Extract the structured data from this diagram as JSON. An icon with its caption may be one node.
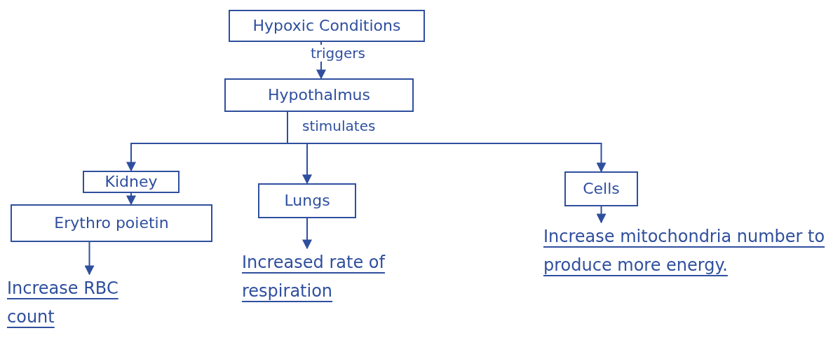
{
  "diagram": {
    "nodes": [
      {
        "text": [
          "Hypoxic Conditions"
        ]
      },
      {
        "text": [
          "Hypothalmus"
        ]
      },
      {
        "text": [
          "Kidney"
        ]
      },
      {
        "text": [
          "Erythro poietin"
        ]
      },
      {
        "text": [
          "Lungs"
        ]
      },
      {
        "text": [
          "Cells"
        ]
      },
      {
        "text": [
          "Increase RBC count"
        ]
      },
      {
        "text": [
          "Increased rate of respiration"
        ]
      },
      {
        "text": [
          "Increase mitochondria number to produce more energy."
        ]
      }
    ],
    "edges": [
      {
        "from": 0,
        "to": 1,
        "arrow": "to",
        "label": "triggers"
      },
      {
        "from": 1,
        "to": 2,
        "arrow": "to"
      },
      {
        "from": 1,
        "to": 4,
        "arrow": "to",
        "label": "stimulates"
      },
      {
        "from": 1,
        "to": 5,
        "arrow": "to"
      },
      {
        "from": 2,
        "to": 3,
        "arrow": "to"
      },
      {
        "from": 3,
        "to": 6,
        "arrow": "to"
      },
      {
        "from": 4,
        "to": 7,
        "arrow": "to"
      },
      {
        "from": 5,
        "to": 8,
        "arrow": "to"
      }
    ]
  }
}
